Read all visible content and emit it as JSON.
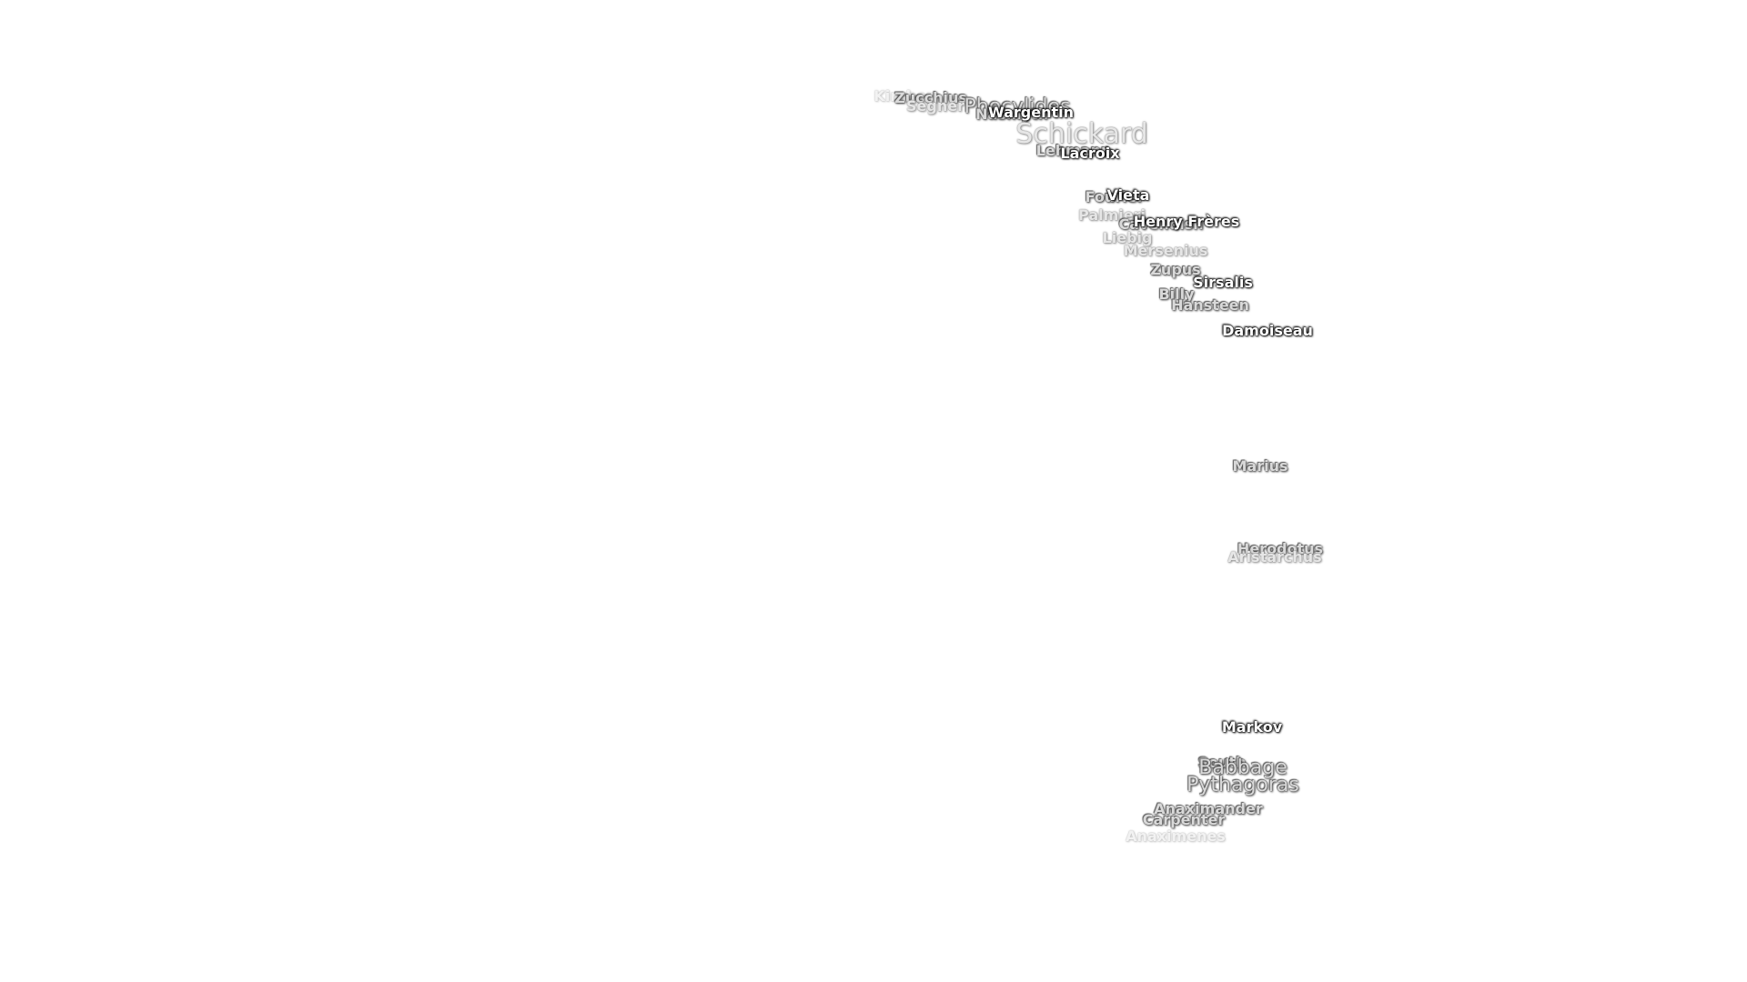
{
  "craters": [
    {
      "name": "Kircher"
    },
    {
      "name": "Zucchius"
    },
    {
      "name": "Segner"
    },
    {
      "name": "Phocylides"
    },
    {
      "name": "Nasmyth"
    },
    {
      "name": "Wargentin"
    },
    {
      "name": "Schickard"
    },
    {
      "name": "Lehmann"
    },
    {
      "name": "Lacroix"
    },
    {
      "name": "Fourier"
    },
    {
      "name": "Vieta"
    },
    {
      "name": "Palmieri"
    },
    {
      "name": "Cavendish"
    },
    {
      "name": "Henry Frères"
    },
    {
      "name": "Liebig"
    },
    {
      "name": "Mersenius"
    },
    {
      "name": "Zupus"
    },
    {
      "name": "Sirsalis"
    },
    {
      "name": "Billy"
    },
    {
      "name": "Hansteen"
    },
    {
      "name": "Damoiseau"
    },
    {
      "name": "Marius"
    },
    {
      "name": "Herodotus"
    },
    {
      "name": "Aristarchus"
    },
    {
      "name": "Markov"
    },
    {
      "name": "South"
    },
    {
      "name": "Babbage"
    },
    {
      "name": "Pythagoras"
    },
    {
      "name": "Anaximander"
    },
    {
      "name": "Carpenter"
    },
    {
      "name": "Anaximenes"
    }
  ]
}
